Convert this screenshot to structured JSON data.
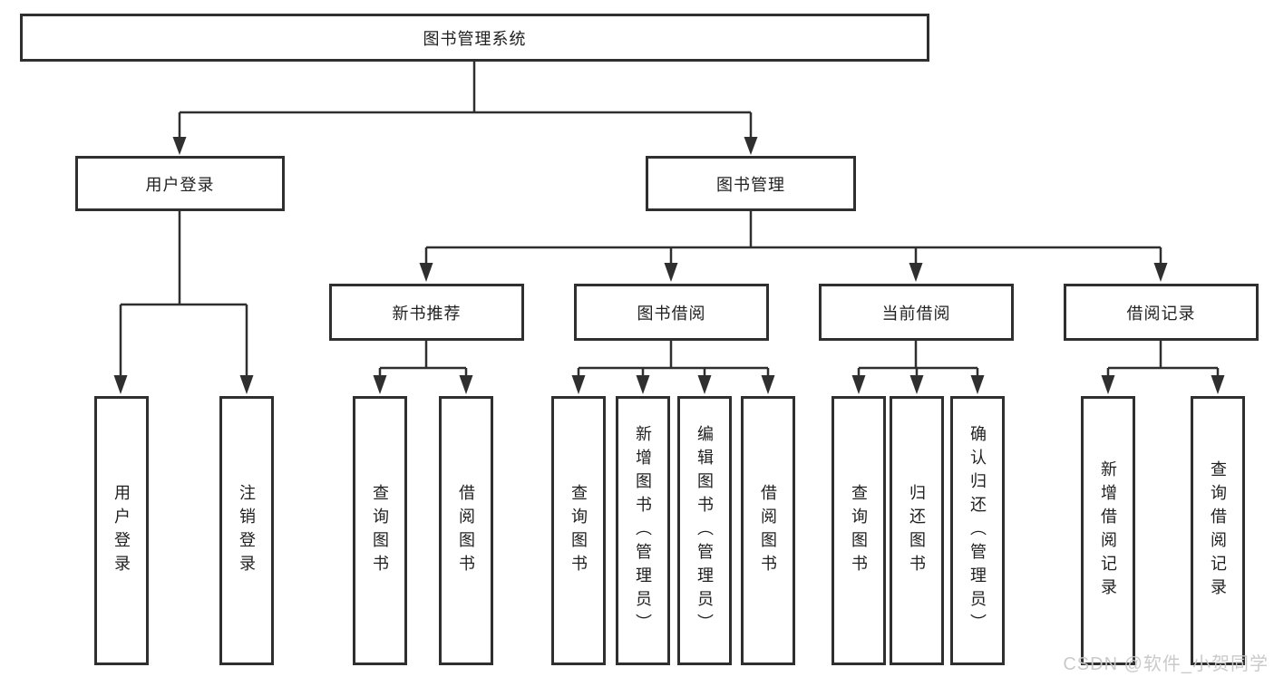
{
  "diagram": {
    "type": "hierarchy-tree",
    "tree": {
      "root": "图书管理系统",
      "user_login": {
        "label": "用户登录",
        "children": [
          "用户登录",
          "注销登录"
        ]
      },
      "book_mgmt": {
        "label": "图书管理",
        "new_book_rec": {
          "label": "新书推荐",
          "children": [
            "查询图书",
            "借阅图书"
          ]
        },
        "book_borrow": {
          "label": "图书借阅",
          "children": [
            "查询图书",
            "新增图书（管理员）",
            "编辑图书（管理员）",
            "借阅图书"
          ]
        },
        "current_borrow": {
          "label": "当前借阅",
          "children": [
            "查询图书",
            "归还图书",
            "确认归还（管理员）"
          ]
        },
        "borrow_records": {
          "label": "借阅记录",
          "children": [
            "新增借阅记录",
            "查询借阅记录"
          ]
        }
      }
    },
    "watermark": "CSDN @软件_小贺同学",
    "colors": {
      "line": "#2f2f2f",
      "text": "#212121",
      "background": "#ffffff",
      "watermark": "#c8c8c8"
    }
  }
}
